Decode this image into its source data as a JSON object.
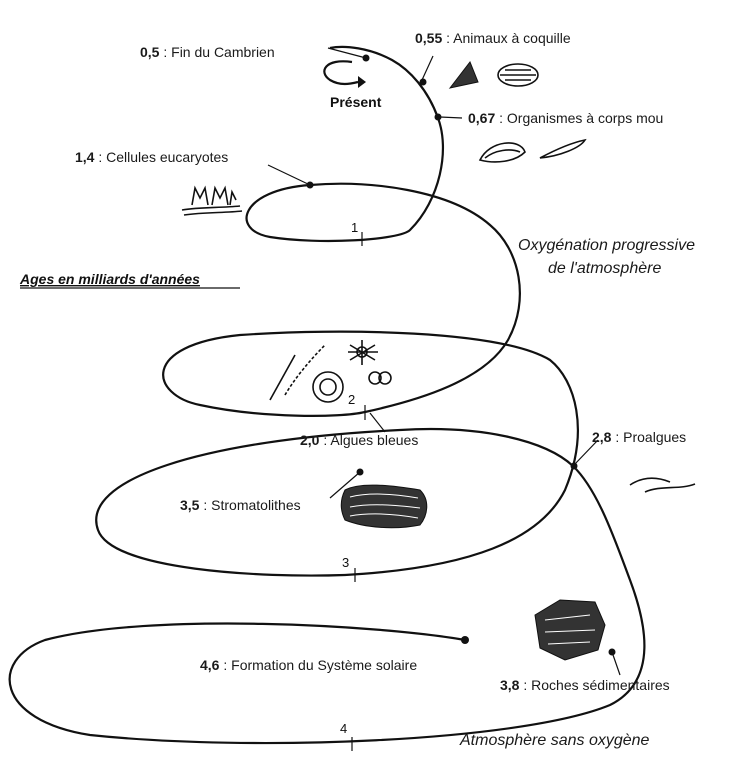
{
  "heading": "Ages en milliards d'années",
  "present_label": "Présent",
  "regions": {
    "upper": [
      "Oxygénation progressive",
      "de l'atmosphère"
    ],
    "lower": "Atmosphère sans oxygène"
  },
  "ticks": [
    "1",
    "2",
    "3",
    "4"
  ],
  "events": [
    {
      "age": "0,5",
      "label": " : Fin du Cambrien"
    },
    {
      "age": "0,55",
      "label": " : Animaux à coquille"
    },
    {
      "age": "0,67",
      "label": " : Organismes à corps mou"
    },
    {
      "age": "1,4",
      "label": " : Cellules eucaryotes"
    },
    {
      "age": "2,0",
      "label": " : Algues bleues"
    },
    {
      "age": "2,8",
      "label": " : Proalgues"
    },
    {
      "age": "3,5",
      "label": " : Stromatolithes"
    },
    {
      "age": "3,8",
      "label": " : Roches sédimentaires"
    },
    {
      "age": "4,6",
      "label": " : Formation du Système solaire"
    }
  ],
  "icons": [
    "shell-fossil-icon",
    "soft-body-fossil-icon",
    "eukaryote-cells-icon",
    "blue-algae-icon",
    "proalgae-icon",
    "stromatolite-icon",
    "sedimentary-rock-icon"
  ]
}
